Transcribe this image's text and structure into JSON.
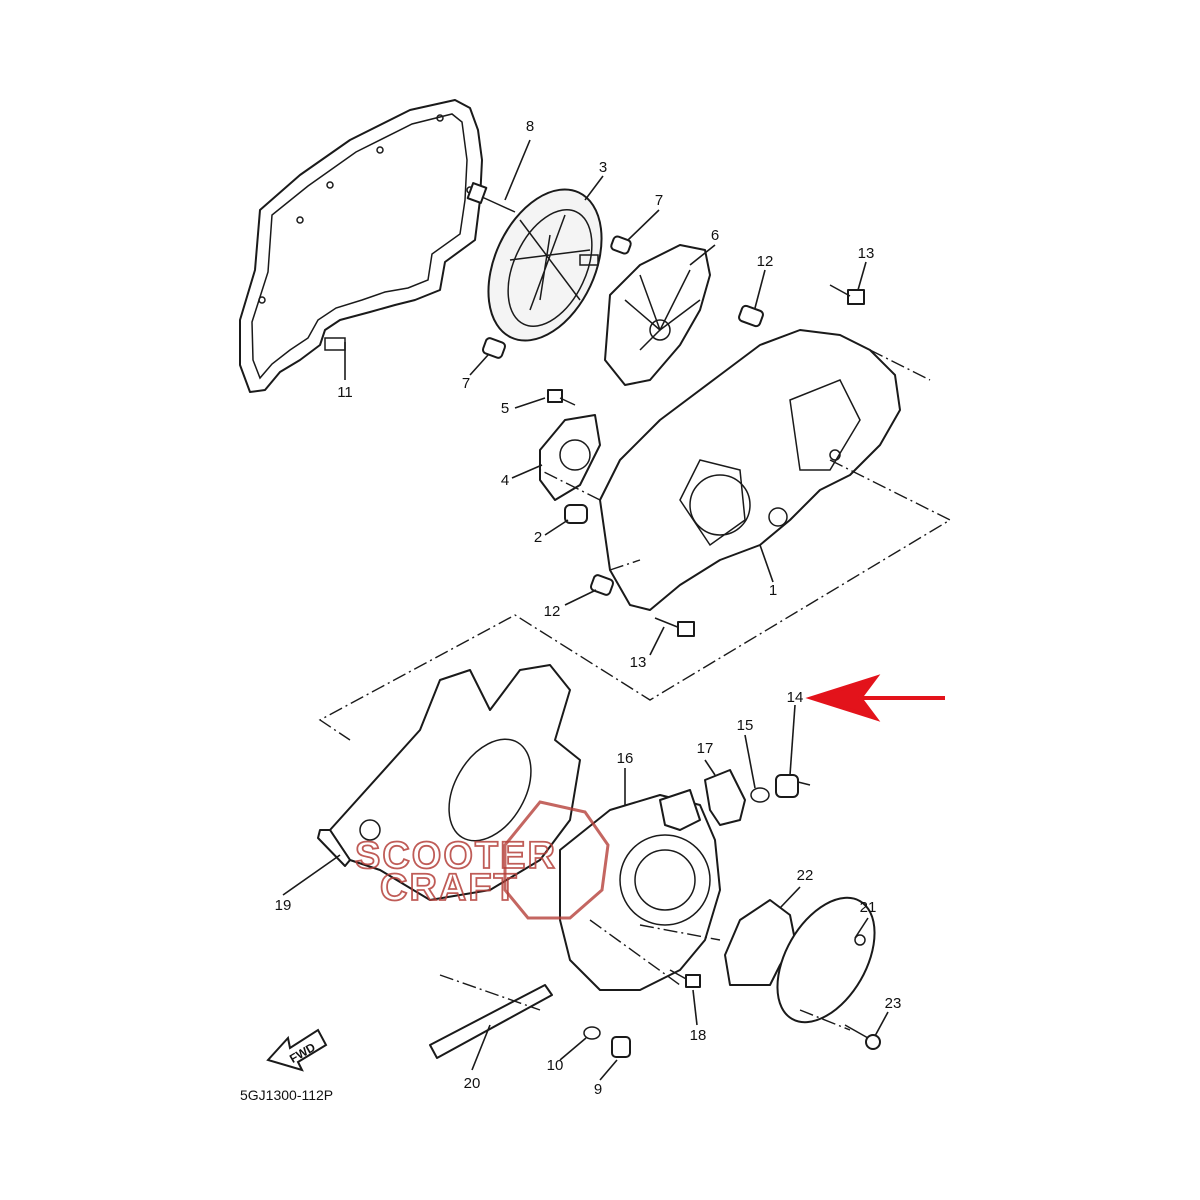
{
  "diagram_code": "5GJ1300-112P",
  "fwd_label": "FWD",
  "watermark": {
    "line1": "SCOOTER",
    "line2": "CRAFT",
    "color": "#b5403a"
  },
  "highlight": {
    "target_part": "14",
    "arrow_color": "#e3131b"
  },
  "callouts": [
    "1",
    "2",
    "3",
    "4",
    "5",
    "6",
    "7",
    "7",
    "8",
    "9",
    "10",
    "11",
    "12",
    "12",
    "13",
    "13",
    "14",
    "15",
    "16",
    "17",
    "18",
    "19",
    "20",
    "21",
    "22",
    "23"
  ]
}
